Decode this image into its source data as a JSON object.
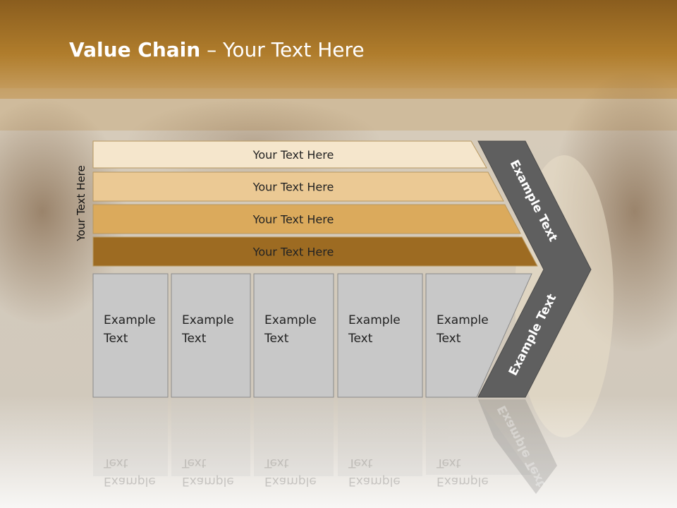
{
  "slide": {
    "title_bold": "Value Chain",
    "title_rest": " – Your Text Here",
    "side_label": "Your Text Here"
  },
  "rows": [
    {
      "label": "Your Text Here",
      "color": "#f5e6cc"
    },
    {
      "label": "Your Text Here",
      "color": "#ebc994"
    },
    {
      "label": "Your Text Here",
      "color": "#dbaa5c"
    },
    {
      "label": "Your Text Here",
      "color": "#9d6b22"
    }
  ],
  "columns": [
    {
      "line1": "Example",
      "line2": "Text"
    },
    {
      "line1": "Example",
      "line2": "Text"
    },
    {
      "line1": "Example",
      "line2": "Text"
    },
    {
      "line1": "Example",
      "line2": "Text"
    },
    {
      "line1": "Example",
      "line2": "Text"
    }
  ],
  "arrow": {
    "upper_label": "Example Text",
    "lower_label": "Example Text",
    "color": "#5f5f5f"
  },
  "colors": {
    "header_band": "#a97424",
    "box_fill": "#c8c8c8",
    "box_stroke": "#8a8a8a"
  }
}
